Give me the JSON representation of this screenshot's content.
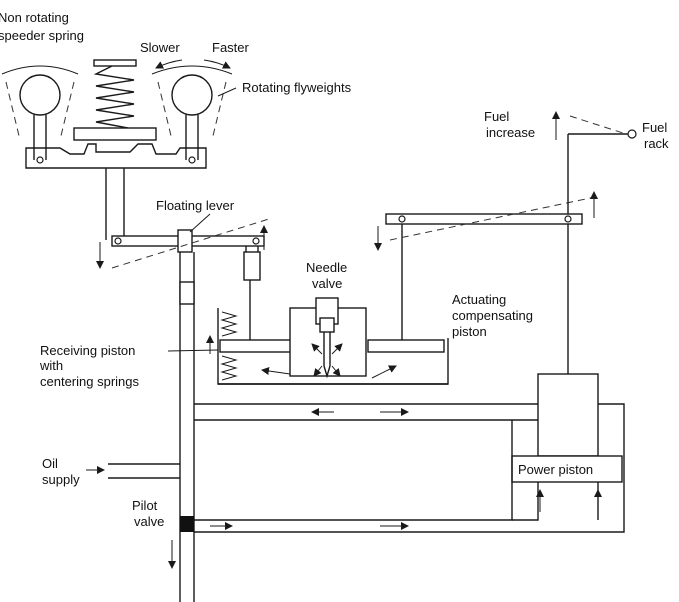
{
  "labels": {
    "non_rotating_line1": "Non rotating",
    "non_rotating_line2": "speeder spring",
    "slower": "Slower",
    "faster": "Faster",
    "rotating_flyweights": "Rotating flyweights",
    "floating_lever": "Floating lever",
    "needle_valve_line1": "Needle",
    "needle_valve_line2": "valve",
    "actuating_line1": "Actuating",
    "actuating_line2": "compensating",
    "actuating_line3": "piston",
    "receiving_line1": "Receiving piston",
    "receiving_line2": "with",
    "receiving_line3": "centering springs",
    "oil_line1": "Oil",
    "oil_line2": "supply",
    "pilot_line1": "Pilot",
    "pilot_line2": "valve",
    "power_piston": "Power piston",
    "fuel_increase_line1": "Fuel",
    "fuel_increase_line2": "increase",
    "fuel_rack_line1": "Fuel",
    "fuel_rack_line2": "rack"
  }
}
